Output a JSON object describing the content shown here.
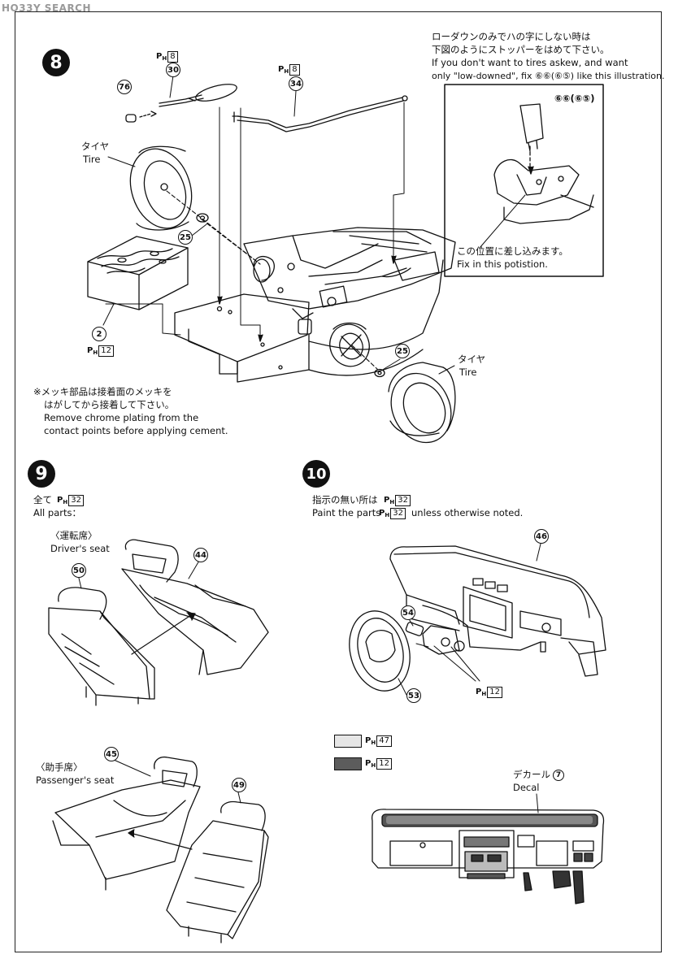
{
  "watermark": "HO33Y SEARCH",
  "steps": [
    "8",
    "9",
    "10"
  ],
  "step8": {
    "parts": [
      "76",
      "30",
      "34",
      "25",
      "25",
      "2"
    ],
    "paints": [
      "8",
      "8",
      "12"
    ],
    "tire_jp": "タイヤ",
    "tire_en": "Tire",
    "note_jp_1": "※メッキ部品は接着面のメッキを",
    "note_jp_2": "はがしてから接着して下さい。",
    "note_en_1": "Remove chrome plating from the",
    "note_en_2": "contact points before applying cement.",
    "low_jp_1": "ローダウンのみでハの字にしない時は",
    "low_jp_2": "下図のようにストッパーをはめて下さい。",
    "low_en_1": "If you don't want to tires askew, and want",
    "low_en_2": "only \"low-downed\", fix ⑥⑥(⑥⑤) like this illustration.",
    "inset_part": "⑥⑥(⑥⑤)",
    "insert_jp": "この位置に差し込みます。",
    "insert_en": "Fix in this potistion."
  },
  "step9": {
    "all_jp": "全て",
    "all_en": "All parts：",
    "paint_all": "32",
    "driver_jp": "〈運転席〉",
    "driver_en": "Driver's seat",
    "passenger_jp": "〈助手席〉",
    "passenger_en": "Passenger's seat",
    "parts": [
      "50",
      "44",
      "45",
      "49"
    ]
  },
  "step10": {
    "note_jp": "指示の無い所は",
    "note_en_a": "Paint the parts",
    "note_en_b": "unless otherwise noted.",
    "paint_note": "32",
    "parts": [
      "46",
      "54",
      "53"
    ],
    "paint_parts": "12",
    "legend": [
      {
        "color": "#e6e6e6",
        "paint": "47"
      },
      {
        "color": "#5c5c5c",
        "paint": "12"
      }
    ],
    "decal_jp": "デカール",
    "decal_en": "Decal",
    "decal_num": "7"
  }
}
